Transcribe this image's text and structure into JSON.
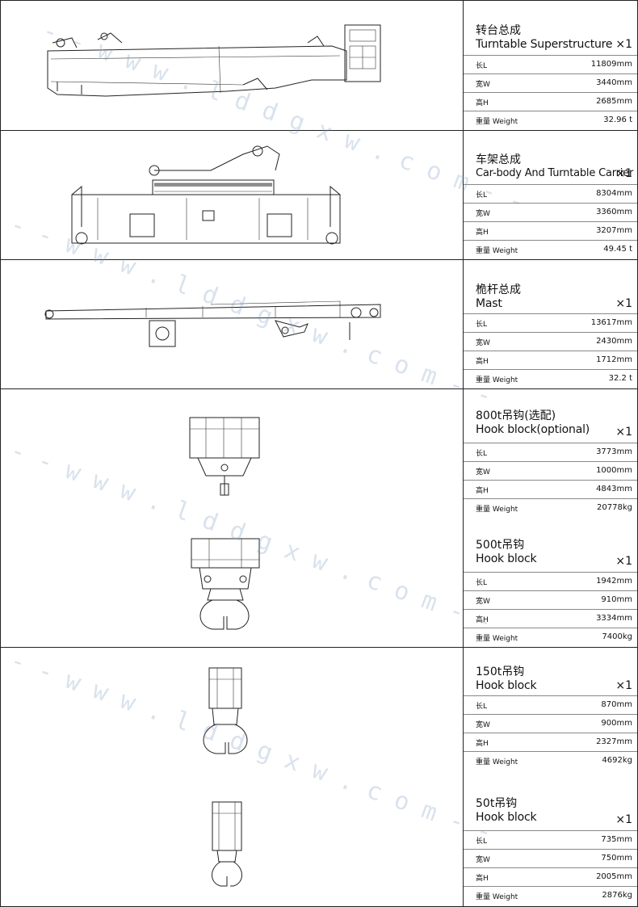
{
  "watermark": "- - w w w . l d d g x w . c o m - -",
  "components": [
    {
      "name_zh": "转台总成",
      "name_en": "Turntable Superstructure",
      "qty": "×1",
      "specs": [
        {
          "label": "长L",
          "value": "11809mm"
        },
        {
          "label": "宽W",
          "value": "3440mm"
        },
        {
          "label": "高H",
          "value": "2685mm"
        },
        {
          "label": "重量 Weight",
          "value": "32.96 t"
        }
      ]
    },
    {
      "name_zh": "车架总成",
      "name_en": "Car-body And Turntable Carrier",
      "qty": "×1",
      "specs": [
        {
          "label": "长L",
          "value": "8304mm"
        },
        {
          "label": "宽W",
          "value": "3360mm"
        },
        {
          "label": "高H",
          "value": "3207mm"
        },
        {
          "label": "重量 Weight",
          "value": "49.45 t"
        }
      ]
    },
    {
      "name_zh": "桅杆总成",
      "name_en": "Mast",
      "qty": "×1",
      "specs": [
        {
          "label": "长L",
          "value": "13617mm"
        },
        {
          "label": "宽W",
          "value": "2430mm"
        },
        {
          "label": "高H",
          "value": "1712mm"
        },
        {
          "label": "重量 Weight",
          "value": "32.2 t"
        }
      ]
    },
    {
      "name_zh": "800t吊钩(选配)",
      "name_en": "Hook block(optional)",
      "qty": "×1",
      "specs": [
        {
          "label": "长L",
          "value": "3773mm"
        },
        {
          "label": "宽W",
          "value": "1000mm"
        },
        {
          "label": "高H",
          "value": "4843mm"
        },
        {
          "label": "重量 Weight",
          "value": "20778kg"
        }
      ]
    },
    {
      "name_zh": "500t吊钩",
      "name_en": "Hook block",
      "qty": "×1",
      "specs": [
        {
          "label": "长L",
          "value": "1942mm"
        },
        {
          "label": "宽W",
          "value": "910mm"
        },
        {
          "label": "高H",
          "value": "3334mm"
        },
        {
          "label": "重量 Weight",
          "value": "7400kg"
        }
      ]
    },
    {
      "name_zh": "150t吊钩",
      "name_en": "Hook block",
      "qty": "×1",
      "specs": [
        {
          "label": "长L",
          "value": "870mm"
        },
        {
          "label": "宽W",
          "value": "900mm"
        },
        {
          "label": "高H",
          "value": "2327mm"
        },
        {
          "label": "重量 Weight",
          "value": "4692kg"
        }
      ]
    },
    {
      "name_zh": "50t吊钩",
      "name_en": "Hook block",
      "qty": "×1",
      "specs": [
        {
          "label": "长L",
          "value": "735mm"
        },
        {
          "label": "宽W",
          "value": "750mm"
        },
        {
          "label": "高H",
          "value": "2005mm"
        },
        {
          "label": "重量 Weight",
          "value": "2876kg"
        }
      ]
    }
  ]
}
